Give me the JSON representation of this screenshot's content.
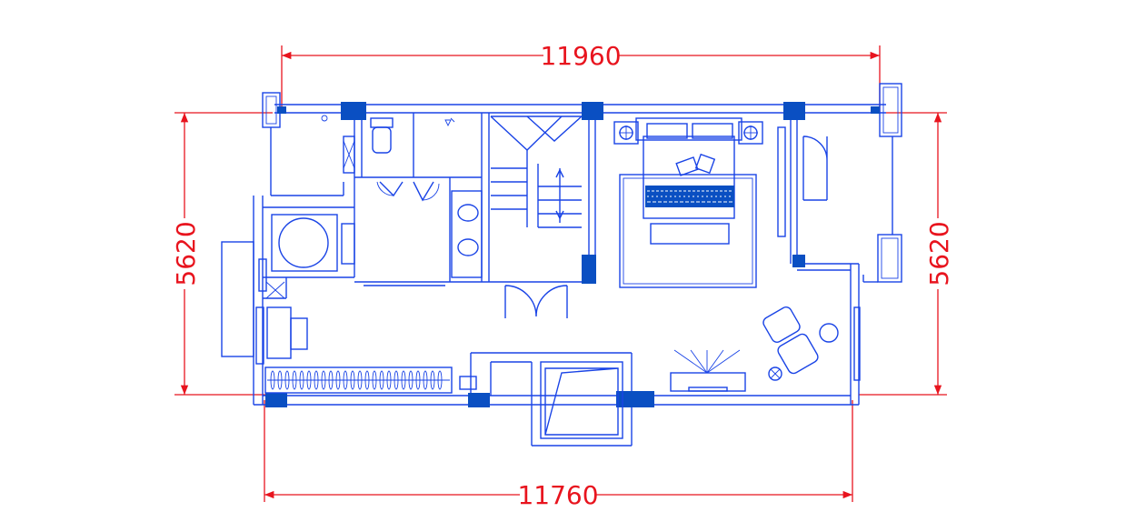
{
  "dimensions": {
    "top_width": "11960",
    "bottom_width": "11760",
    "left_height": "5620",
    "right_height": "5620"
  },
  "colors": {
    "dimension": "#e8141e",
    "wall": "#1a44e6",
    "column": "#0a4fc2",
    "background": "#ffffff"
  }
}
